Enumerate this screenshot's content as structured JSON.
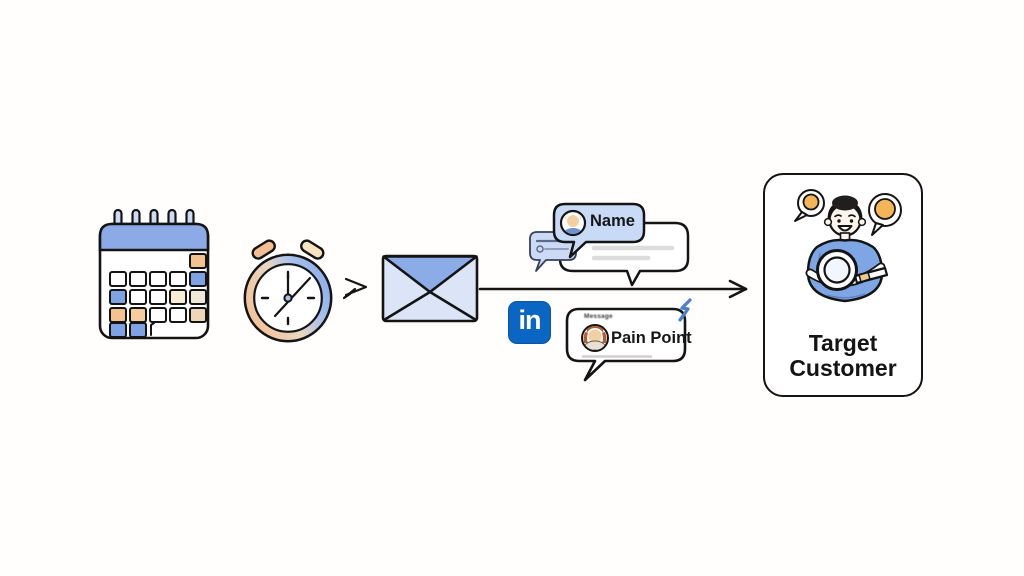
{
  "diagram": {
    "description_steps": [
      "calendar",
      "alarm-clock",
      "send",
      "email",
      "linkedin-messages",
      "target-customer"
    ]
  },
  "palette": {
    "blue": "#7ea2e4",
    "light_blue": "#ccdaf4",
    "header_blue": "#8cabe6",
    "orange": "#f4c28f",
    "cream": "#f8ecd7",
    "linkedin_blue": "#0a66c2",
    "ink": "#141414",
    "bolt_blue": "#4b80d1",
    "gray_placeholder": "#dcdcdc"
  },
  "linkedin": {
    "label": "in"
  },
  "chat": {
    "name_bubble": {
      "label": "Name"
    },
    "reply_bubble": {
      "placeholder_lines": 2
    },
    "mini_bubble": {
      "placeholder_lines": 2
    }
  },
  "pain_bubble": {
    "micro_label": "Message",
    "label": "Pain Point"
  },
  "target_card": {
    "line1": "Target",
    "line2": "Customer"
  }
}
